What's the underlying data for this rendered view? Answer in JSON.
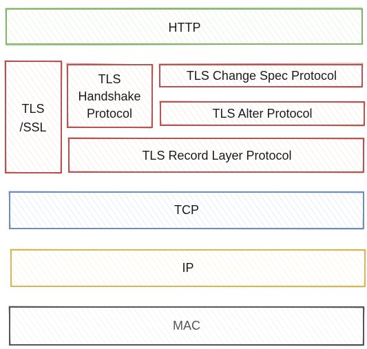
{
  "layers": {
    "http": {
      "label": "HTTP",
      "stroke": "#82b366",
      "fill": "#d5e8d4"
    },
    "tls_ssl": {
      "line1": "TLS",
      "line2": "/SSL",
      "stroke": "#b85450",
      "fill": "#f8cecc"
    },
    "tls_handshake": {
      "line1": "TLS",
      "line2": "Handshake",
      "line3": "Protocol",
      "stroke": "#b85450",
      "fill": "#f8cecc"
    },
    "tls_change_spec": {
      "label": "TLS Change Spec Protocol",
      "stroke": "#b85450",
      "fill": "#f8cecc"
    },
    "tls_alter": {
      "label": "TLS Alter Protocol",
      "stroke": "#b85450",
      "fill": "#f8cecc"
    },
    "tls_record": {
      "label": "TLS Record Layer Protocol",
      "stroke": "#b85450",
      "fill": "#f8cecc"
    },
    "tcp": {
      "label": "TCP",
      "stroke": "#6c8ebf",
      "fill": "#dae8fc"
    },
    "ip": {
      "label": "IP",
      "stroke": "#d6b656",
      "fill": "#fff2cc"
    },
    "mac": {
      "label": "MAC",
      "stroke": "#666666",
      "fill": "#f5f5f5"
    }
  }
}
